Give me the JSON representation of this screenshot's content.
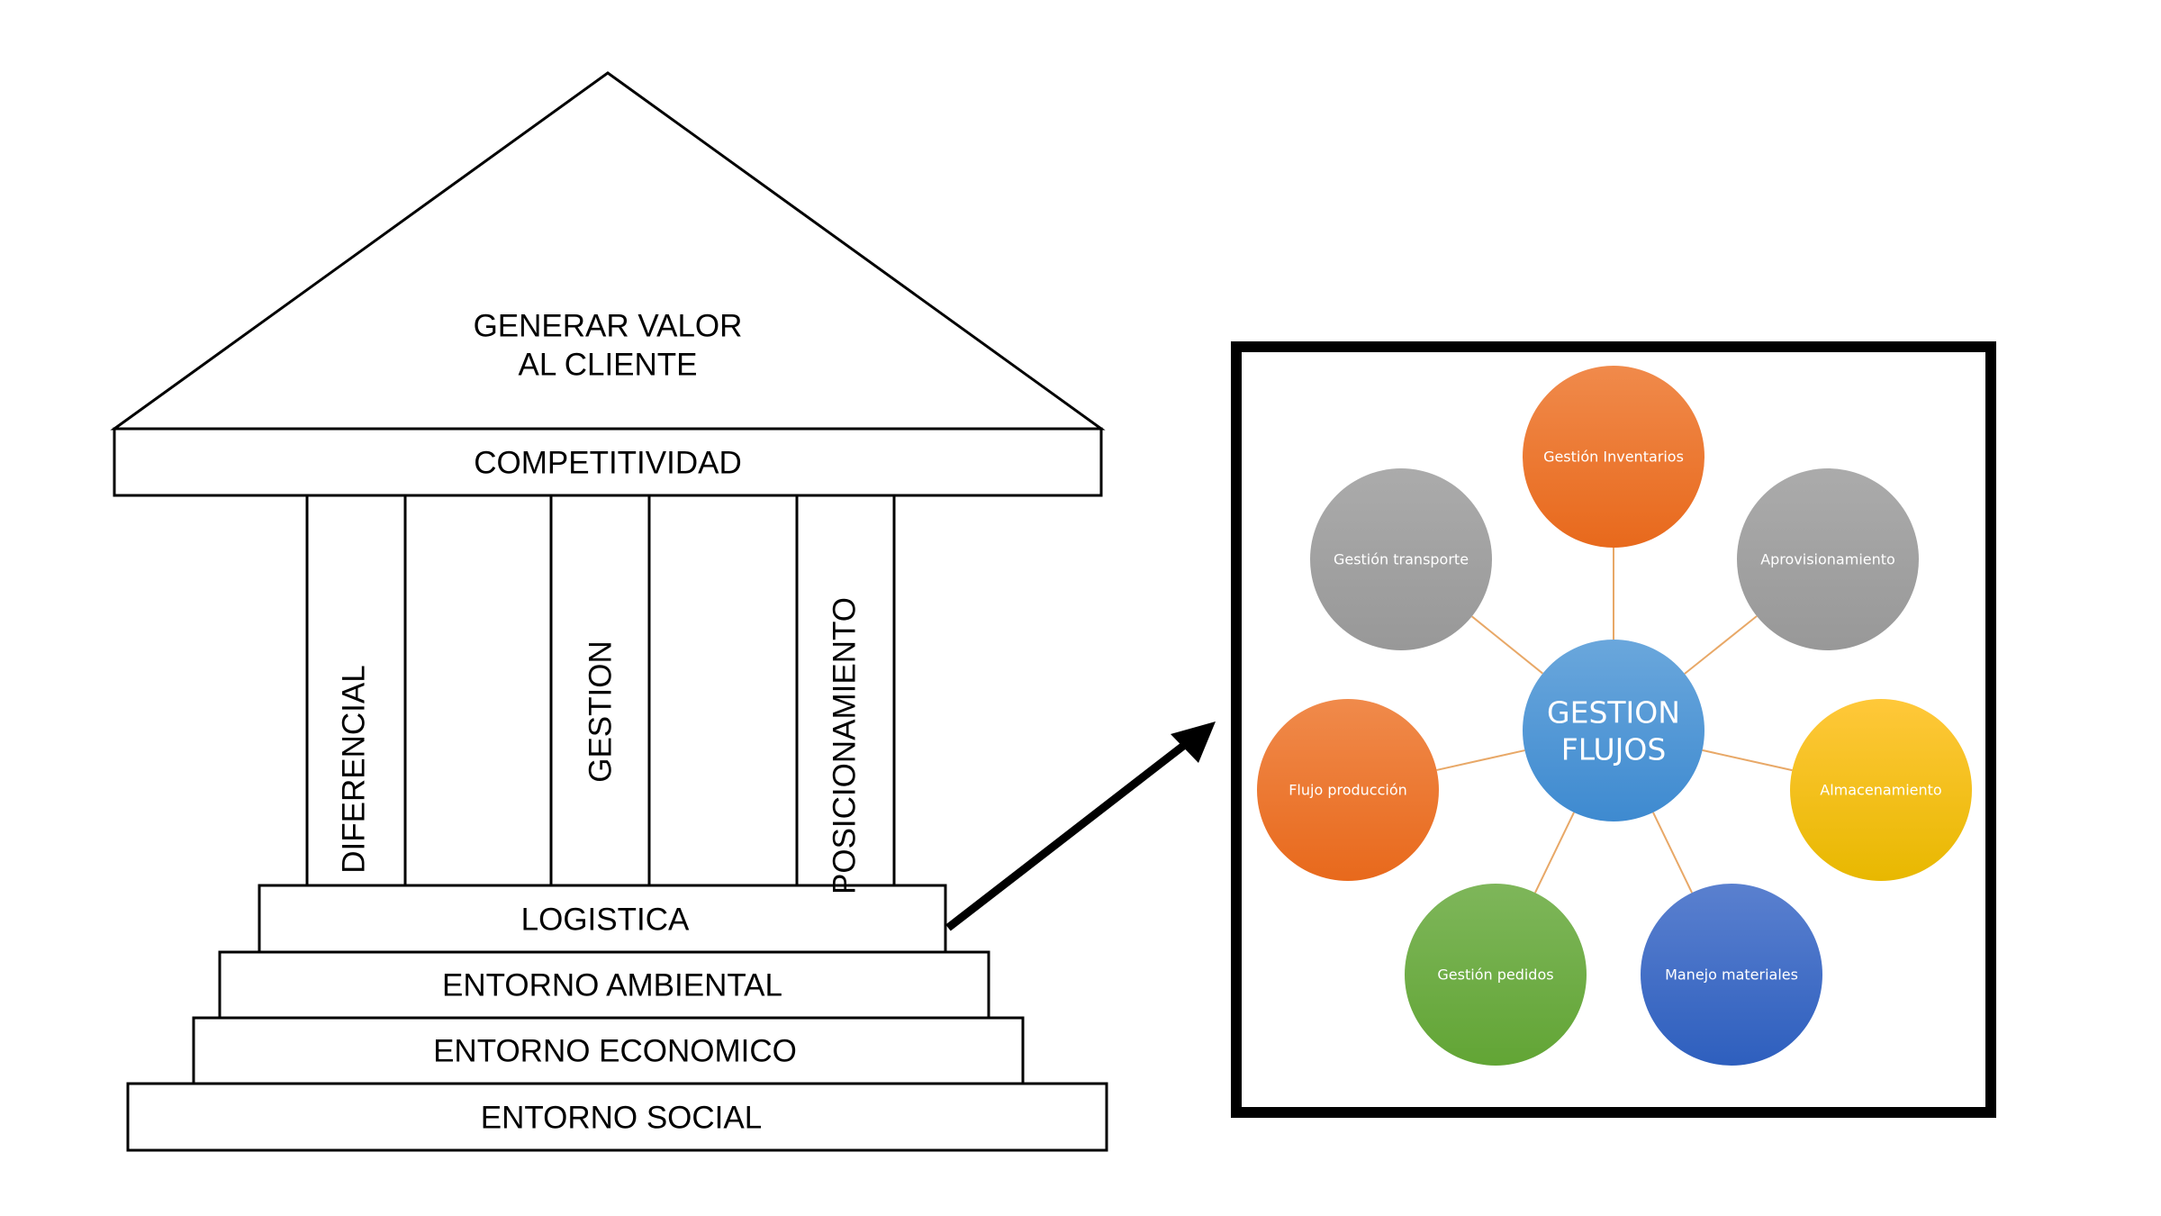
{
  "temple": {
    "roof_label_line1": "GENERAR VALOR",
    "roof_label_line2": "AL CLIENTE",
    "beam_label": "COMPETITIVIDAD",
    "pillars": [
      {
        "label": "DIFERENCIAL"
      },
      {
        "label": "GESTION"
      },
      {
        "label": "POSICIONAMIENTO"
      }
    ],
    "steps": [
      {
        "label": "LOGISTICA"
      },
      {
        "label": "ENTORNO AMBIENTAL"
      },
      {
        "label": "ENTORNO ECONOMICO"
      },
      {
        "label": "ENTORNO SOCIAL"
      }
    ]
  },
  "flow_diagram": {
    "center": {
      "line1": "GESTION",
      "line2": "FLUJOS",
      "color": "#5B9BD5"
    },
    "connector_color": "#E8A867",
    "nodes": [
      {
        "label": "Gestión Inventarios",
        "color": "#ED7D31"
      },
      {
        "label": "Aprovisionamiento",
        "color": "#A5A5A5"
      },
      {
        "label": "Almacenamiento",
        "color": "#FFC000"
      },
      {
        "label": "Manejo materiales",
        "color": "#4472C4"
      },
      {
        "label": "Gestión pedidos",
        "color": "#70AD47"
      },
      {
        "label": "Flujo producción",
        "color": "#ED7D31"
      },
      {
        "label": "Gestión transporte",
        "color": "#A5A5A5"
      }
    ]
  }
}
